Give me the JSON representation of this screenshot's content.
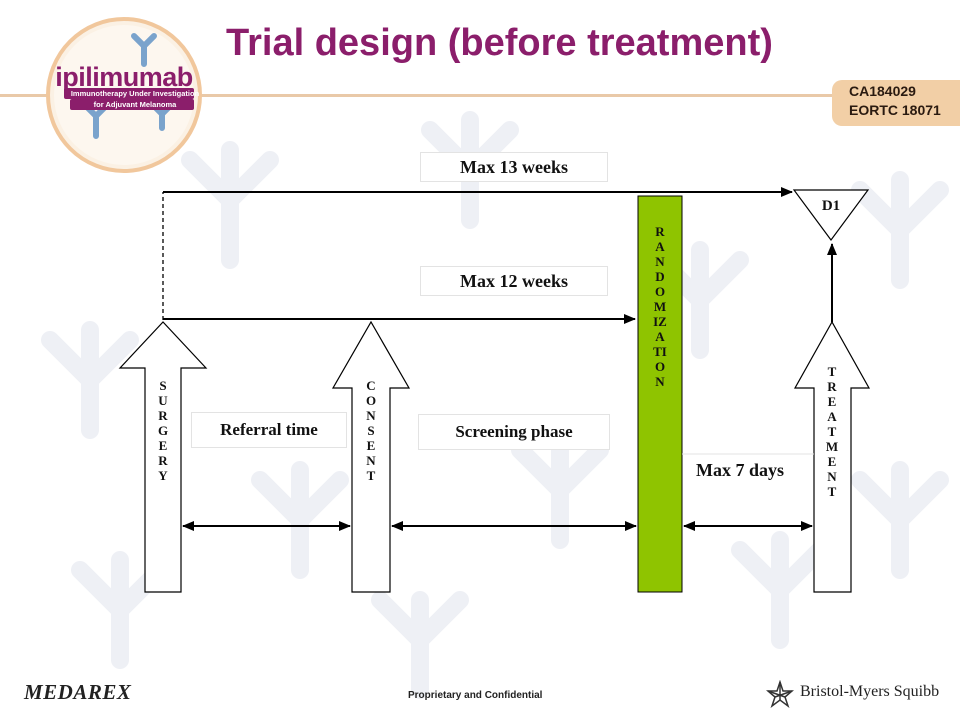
{
  "slide": {
    "title": "Trial design (before treatment)",
    "study_ids": [
      "CA184029",
      "EORTC 18071"
    ]
  },
  "logo": {
    "wordmark": "ipilimumab",
    "tagline_line1": "Immunotherapy Under Investigation",
    "tagline_line2": "for Adjuvant Melanoma"
  },
  "diagram": {
    "durations": {
      "max13": "Max 13 weeks",
      "max12": "Max 12 weeks",
      "max7": "Max 7 days"
    },
    "phases": {
      "referral": "Referral time",
      "screening": "Screening phase"
    },
    "milestones": {
      "surgery": "SURGERY",
      "consent": "CONSENT",
      "randomization": "RANDOMIZATION",
      "treatment": "TREATMENT",
      "day1": "D1"
    },
    "colors": {
      "randomization_bar": "#8fc400",
      "arrow": "#000000"
    }
  },
  "footer": {
    "left_logo": "MEDAREX",
    "center": "Proprietary and Confidential",
    "right_logo": "Bristol-Myers Squibb"
  }
}
